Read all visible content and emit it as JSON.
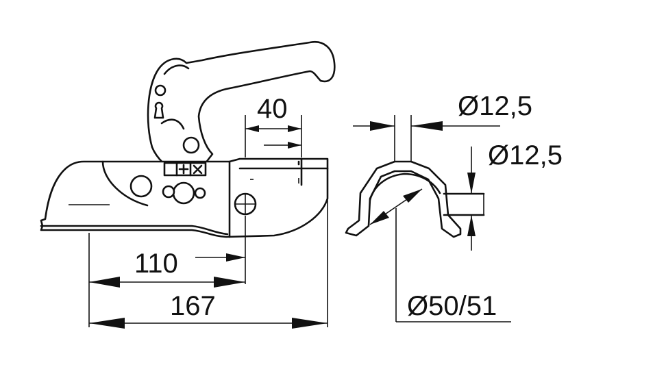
{
  "dimensions": {
    "length_overall": "167",
    "length_to_hole": "110",
    "flange_length": "40",
    "bolt_hole_top": "Ø12,5",
    "bolt_hole_side": "Ø12,5",
    "drawbar_diameter": "Ø50/51"
  },
  "colors": {
    "line": "#111111",
    "background": "#ffffff"
  },
  "icons": {
    "plus_mark": "plus-icon",
    "cross_mark": "cross-icon"
  }
}
